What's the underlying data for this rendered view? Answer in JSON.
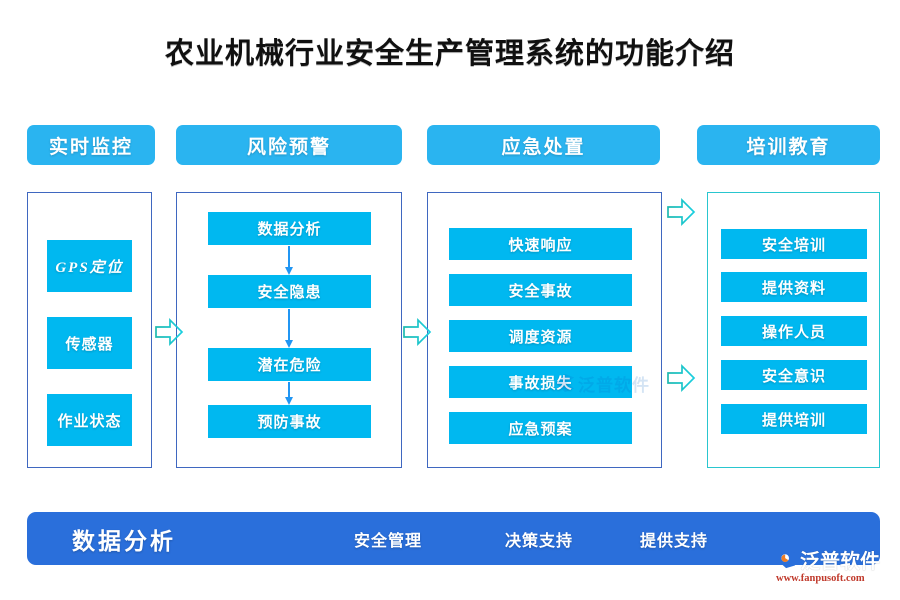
{
  "page": {
    "title": "农业机械行业安全生产管理系统的功能介绍",
    "background": "#ffffff"
  },
  "colors": {
    "pill_blue": "#2ab4f0",
    "item_blue": "#00b8f0",
    "frame_blue": "#3f67c0",
    "frame_teal": "#29c6cf",
    "arrow_cyan": "#16c4d6",
    "arrow_line": "#2196f3",
    "bottom_bar_blue": "#2a6fdb",
    "title_black": "#101010",
    "brand_red": "#c0392b"
  },
  "columns": [
    {
      "header": "实时监控",
      "items": [
        "GPS定位",
        "传感器",
        "作业状态"
      ]
    },
    {
      "header": "风险预警",
      "items": [
        "数据分析",
        "安全隐患",
        "潜在危险",
        "预防事故"
      ]
    },
    {
      "header": "应急处置",
      "items": [
        "快速响应",
        "安全事故",
        "调度资源",
        "事故损失",
        "应急预案"
      ]
    },
    {
      "header": "培训教育",
      "items": [
        "安全培训",
        "提供资料",
        "操作人员",
        "安全意识",
        "提供培训"
      ]
    }
  ],
  "connectors": {
    "horizontal_arrows": 4,
    "vertical_arrows": 3,
    "icon": "right-block-arrow-icon"
  },
  "bottom_bar": {
    "labels": [
      "数据分析",
      "安全管理",
      "决策支持",
      "提供支持"
    ]
  },
  "watermark": {
    "center_text": "泛普软件",
    "brand_name": "泛普软件",
    "brand_url": "www.fanpusoft.com",
    "mark_icon": "fanpu-swirl-logo-icon"
  }
}
